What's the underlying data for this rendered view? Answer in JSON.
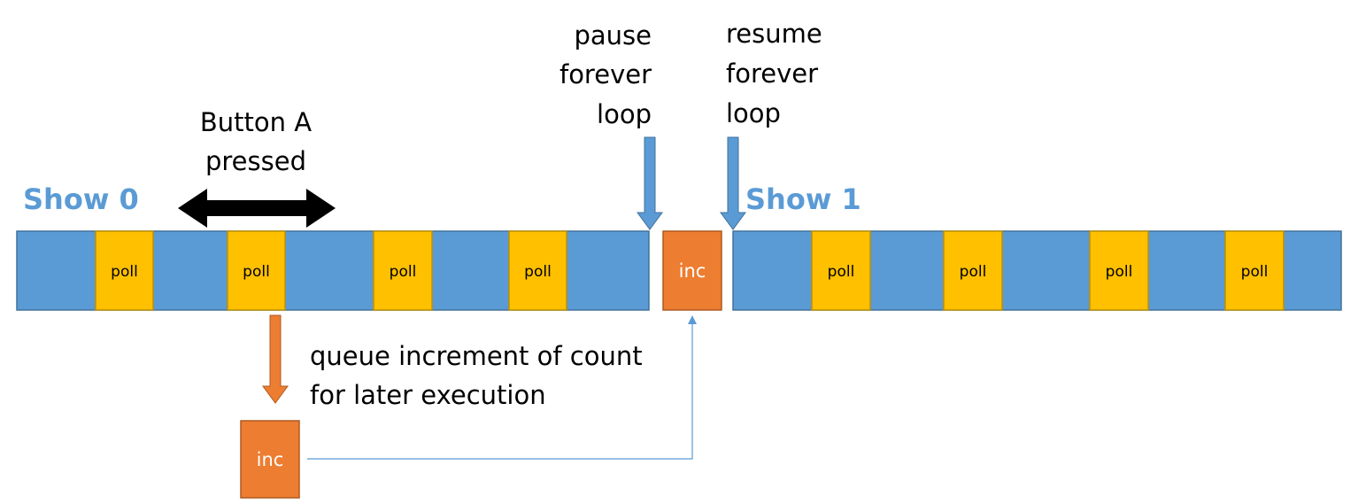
{
  "colors": {
    "track": "#5b9bd5",
    "track_border": "#41719c",
    "poll": "#ffc000",
    "poll_border": "#bf9000",
    "inc": "#ed7d31",
    "inc_border": "#ae5a21",
    "show_label": "#5b9bd5",
    "text": "#000000"
  },
  "labels": {
    "show0": "Show 0",
    "show1": "Show 1",
    "button_a_line1": "Button A",
    "button_a_line2": "pressed",
    "pause_line1": "pause",
    "pause_line2": "forever",
    "pause_line3": "loop",
    "resume_line1": "resume",
    "resume_line2": "forever",
    "resume_line3": "loop",
    "queue_line1": "queue increment of count",
    "queue_line2": "for later execution"
  },
  "blocks": {
    "poll": "poll",
    "inc": "inc"
  },
  "polls_show0_count": 4,
  "polls_show1_count": 4
}
